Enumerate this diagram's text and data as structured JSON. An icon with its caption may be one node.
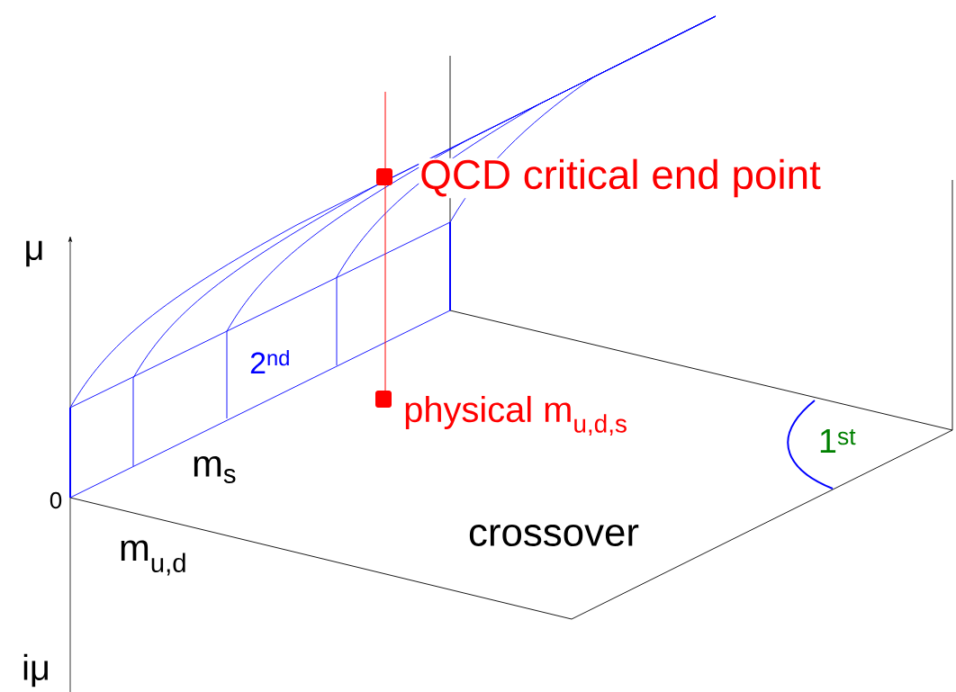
{
  "diagram": {
    "labels": [
      "QCD critical end point",
      "μ",
      "2$^{nd}$",
      "physical m$_{u,d,s}$",
      "1$^{st}$",
      "m$_{s}$",
      "0",
      "crossover",
      "m$_{u,d}$",
      "iμ"
    ]
  }
}
